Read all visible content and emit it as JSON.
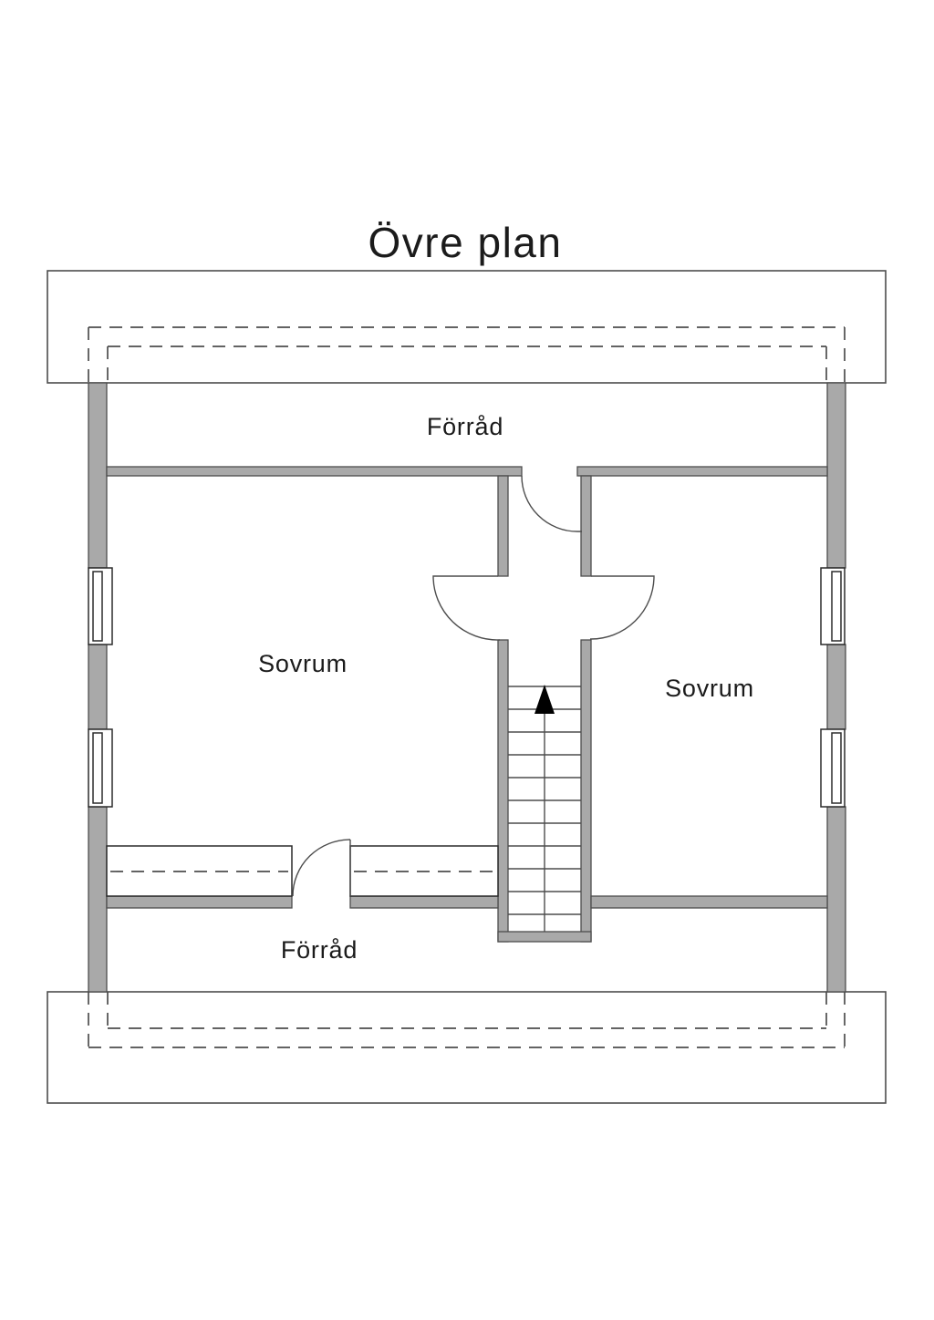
{
  "title": "Övre plan",
  "rooms": {
    "storage_top": "Förråd",
    "bedroom_left": "Sovrum",
    "bedroom_right": "Sovrum",
    "storage_bottom": "Förråd"
  },
  "colors": {
    "wall": "#a9a9a9",
    "line": "#4d4d4d",
    "text": "#1b1b1b",
    "background": "#ffffff",
    "arrow": "#000000"
  }
}
